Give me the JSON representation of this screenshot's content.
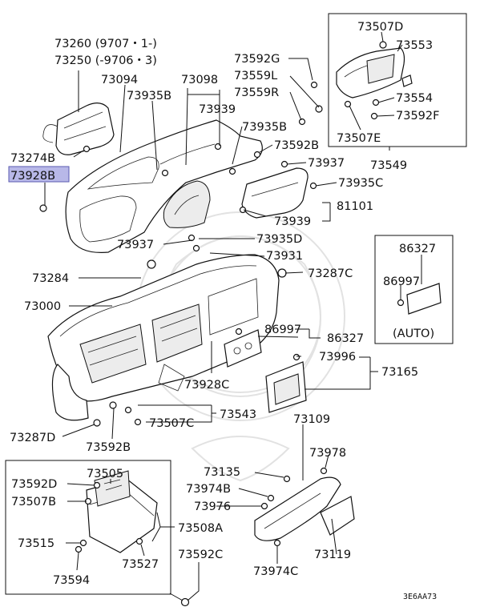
{
  "diagram": {
    "code": "3E6AA73",
    "highlight_color": "#b8b8e8",
    "labels": {
      "p73260": "73260 (9707・1-)",
      "p73250": "73250 (-9706・3)",
      "p73094": "73094",
      "p73098": "73098",
      "p73935b_1": "73935B",
      "p73939_1": "73939",
      "p73274b": "73274B",
      "p73928b": "73928B",
      "p73935b_2": "73935B",
      "p73592b_1": "73592B",
      "p73937_1": "73937",
      "p73935c": "73935C",
      "p81101": "81101",
      "p73939_2": "73939",
      "p73937_2": "73937",
      "p73935d": "73935D",
      "p73931": "73931",
      "p73284": "73284",
      "p73287c": "73287C",
      "p73000": "73000",
      "p86997_1": "86997",
      "p86327_1": "86327",
      "p73996": "73996",
      "p73165": "73165",
      "p73928c": "73928C",
      "p73543": "73543",
      "p73507c": "73507C",
      "p73287d": "73287D",
      "p73592b_2": "73592B",
      "p73592g": "73592G",
      "p73559l": "73559L",
      "p73559r": "73559R",
      "p73507d": "73507D",
      "p73553": "73553",
      "p73554": "73554",
      "p73592f": "73592F",
      "p73507e": "73507E",
      "p73549": "73549",
      "p86327_2": "86327",
      "p86997_2": "86997",
      "auto": "(AUTO)",
      "p73109": "73109",
      "p73135": "73135",
      "p73978": "73978",
      "p73974b": "73974B",
      "p73976": "73976",
      "p73119": "73119",
      "p73974c": "73974C",
      "p73592c": "73592C",
      "p73505": "73505",
      "p73592d": "73592D",
      "p73507b": "73507B",
      "p73508a": "73508A",
      "p73515": "73515",
      "p73527": "73527",
      "p73594": "73594"
    }
  }
}
